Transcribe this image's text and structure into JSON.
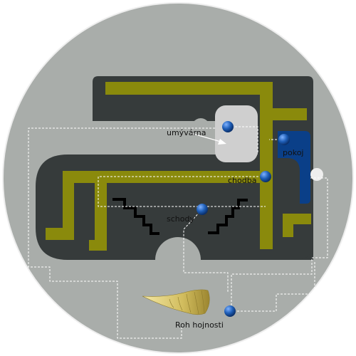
{
  "colors": {
    "disc": "#a9adaa",
    "disc_edge": "#eeeeee",
    "floor": "#363b3b",
    "corridor": "#8a8a0c",
    "room": "#cfcfcf",
    "pokoj": "#0a3f88",
    "marker": "#1f5fb8",
    "leader": "#ffffff",
    "stairs": "#000000",
    "label": "#111111",
    "horn": "#c9b455"
  },
  "labels": {
    "umyvarna": "umývárna",
    "pokoj": "pokoj",
    "chodba": "chodba",
    "schody": "schody",
    "roh": "Roh hojnosti"
  },
  "icons": {
    "horn": "cornucopia-icon",
    "marker": "location-marker-icon"
  }
}
